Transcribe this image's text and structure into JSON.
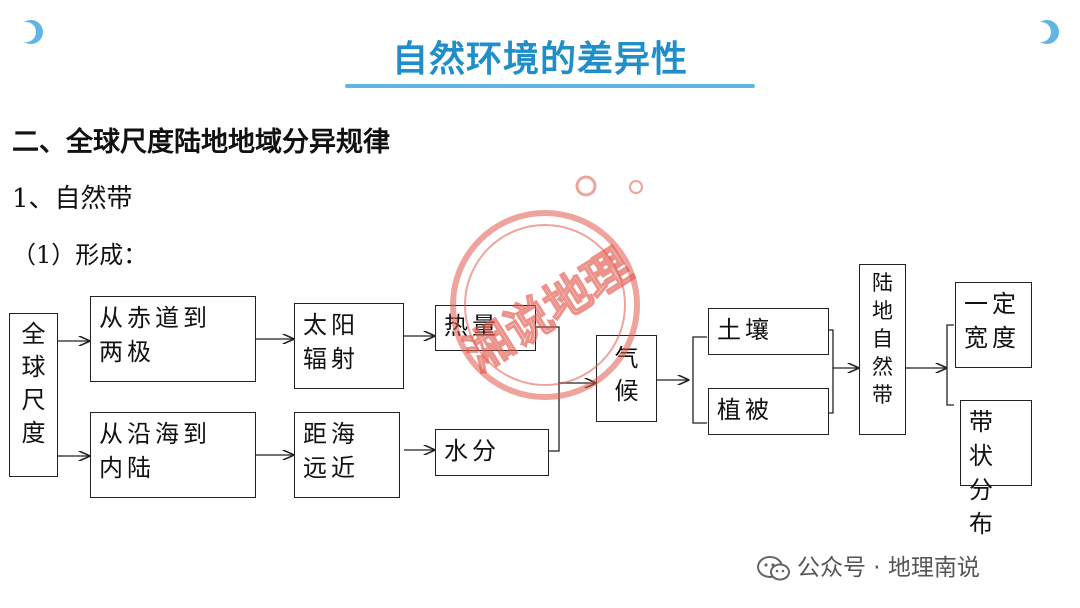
{
  "title": "自然环境的差异性",
  "section_heading": "二、全球尺度陆地地域分异规律",
  "sub_heading_1": "1、自然带",
  "sub_heading_2": "（1）形成：",
  "boxes": {
    "global_scale": "全球尺度",
    "equator_to_poles": [
      "从赤道到",
      "两极"
    ],
    "coast_to_inland": [
      "从沿海到",
      "内陆"
    ],
    "solar_radiation": [
      "太阳",
      "辐射"
    ],
    "distance_from_sea": [
      "距海",
      "远近"
    ],
    "heat": "热量",
    "moisture": "水分",
    "climate": "气候",
    "soil": "土壤",
    "vegetation": "植被",
    "land_natural_zone": "陆地自然带",
    "certain_width": [
      "一定",
      "宽度"
    ],
    "banded_distribution": [
      "带状",
      "分布"
    ]
  },
  "watermark_text": "湘说地理",
  "footer": {
    "text": "公众号 · 地理南说",
    "icon": "wechat-icon"
  },
  "colors": {
    "title": "#1f8ec9",
    "underline": "#5fb6e5",
    "moon": "#5fb6e5",
    "stamp": "#e2574c"
  }
}
